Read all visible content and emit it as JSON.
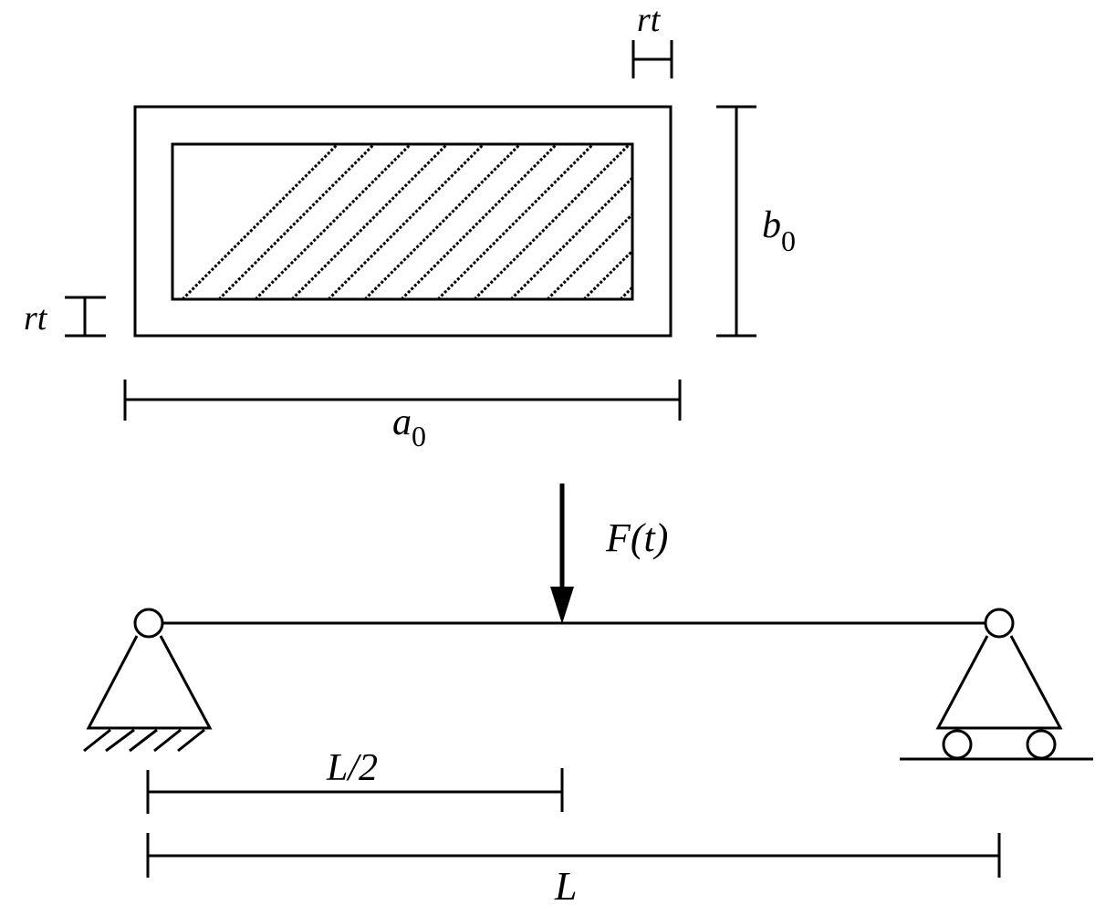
{
  "labels": {
    "rt_top": "rt",
    "rt_left": "rt",
    "b0_main": "b",
    "b0_sub": "0",
    "a0_main": "a",
    "a0_sub": "0",
    "force": "F(t)",
    "half_span": "L/2",
    "span": "L"
  },
  "colors": {
    "stroke": "#000000",
    "background": "#ffffff"
  }
}
